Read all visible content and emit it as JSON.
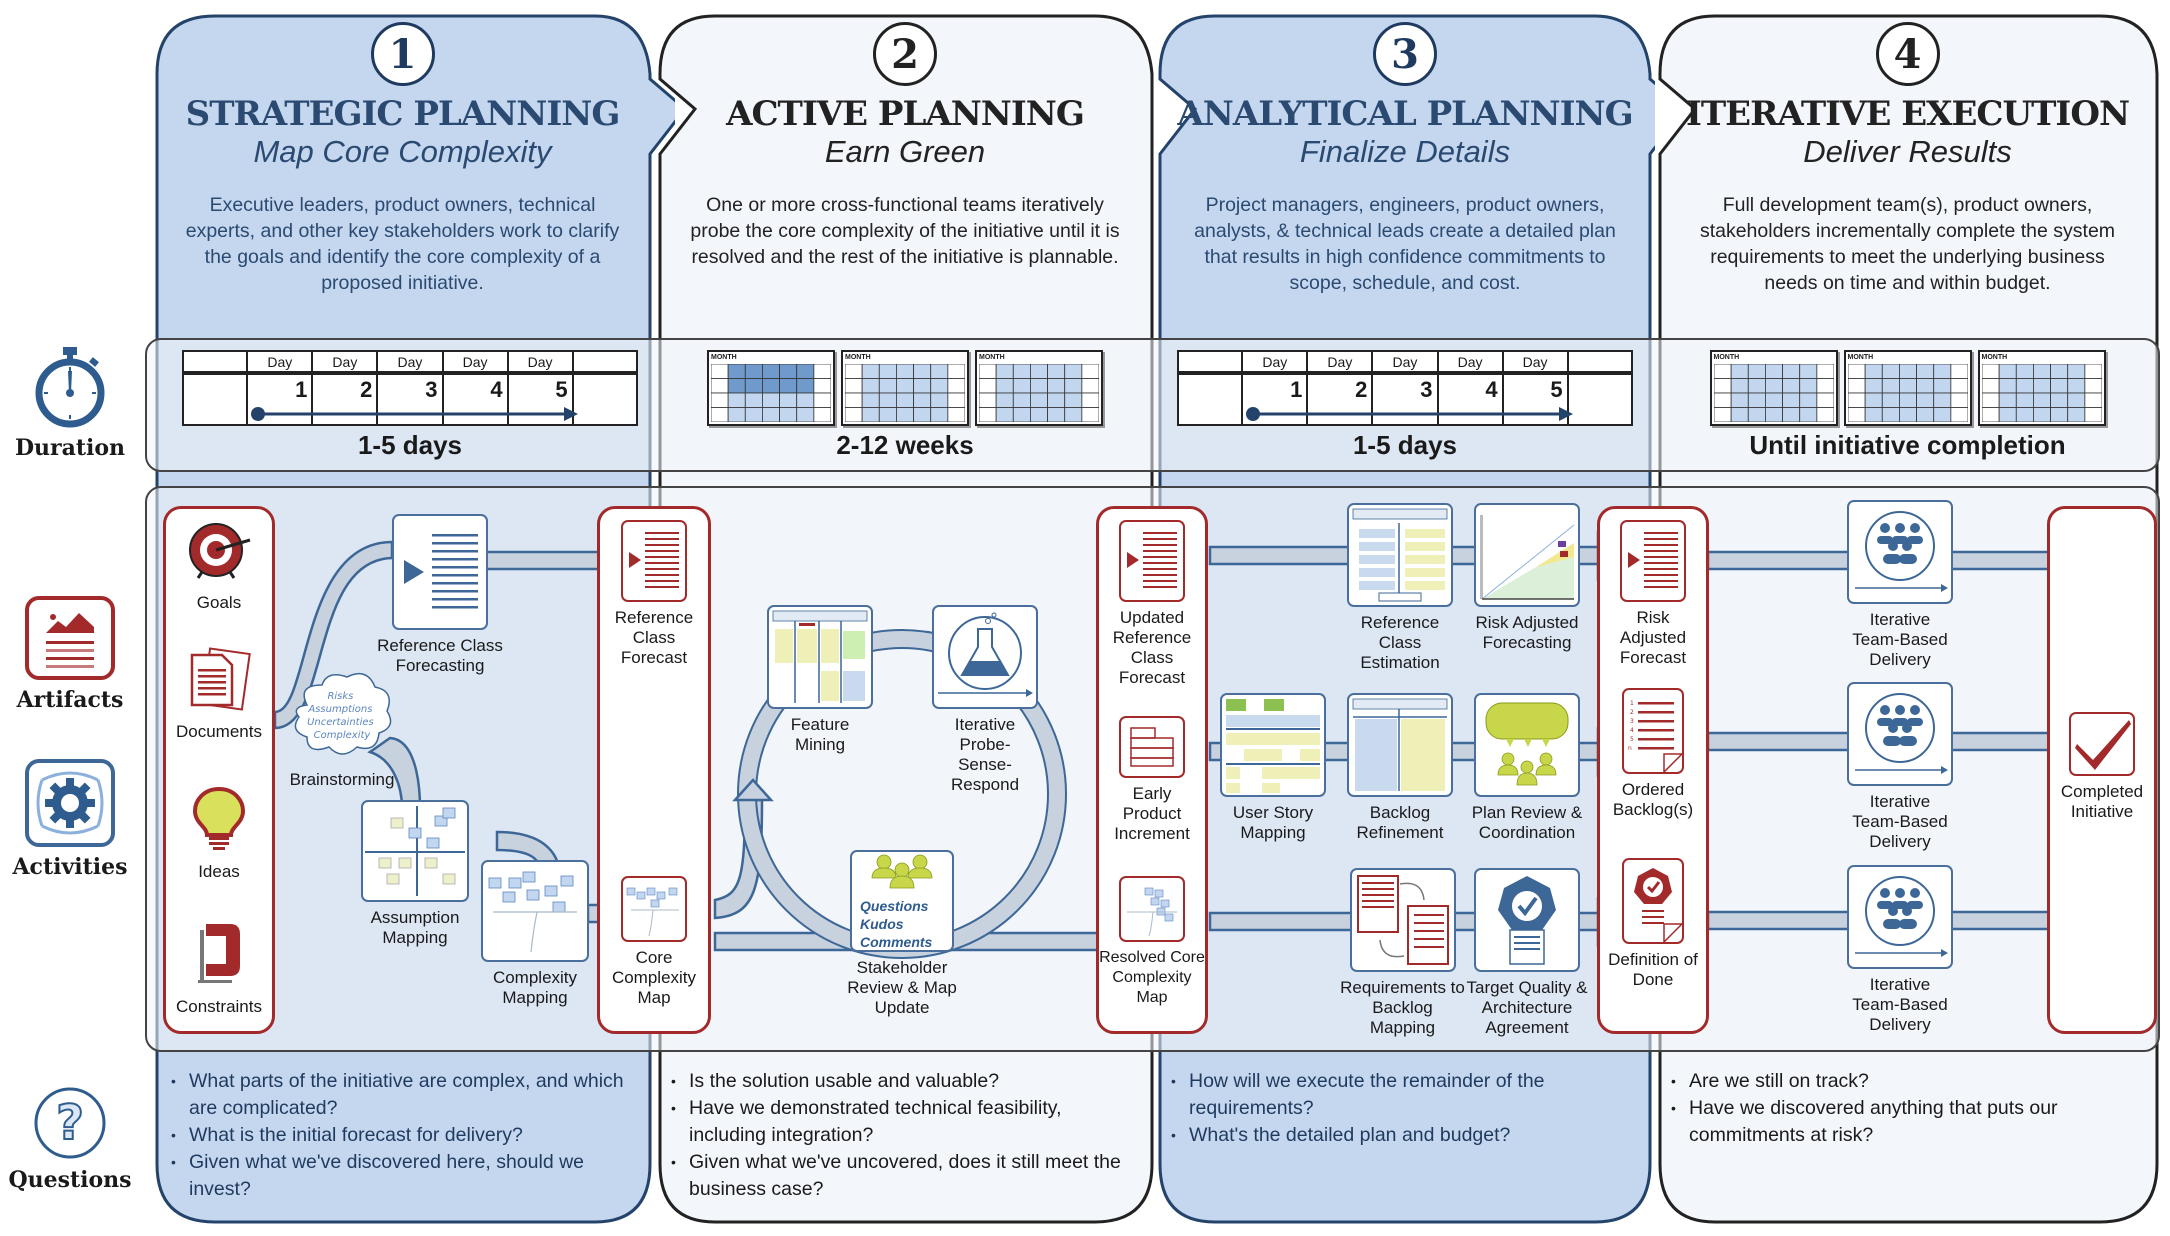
{
  "phases": [
    {
      "number": "1",
      "title": "STRATEGIC PLANNING",
      "subtitle": "Map Core Complexity",
      "description": "Executive leaders, product owners, technical experts, and other key stakeholders work to clarify the goals and identify the core complexity of a proposed initiative.",
      "duration": "1-5 days",
      "questions": [
        "What parts of the initiative are complex, and which are complicated?",
        "What is the initial forecast for delivery?",
        "Given what we've discovered here, should we invest?"
      ]
    },
    {
      "number": "2",
      "title": "ACTIVE PLANNING",
      "subtitle": "Earn Green",
      "description": "One or more cross-functional teams iteratively probe the core complexity of the initiative until it is resolved and the rest of the initiative is plannable.",
      "duration": "2-12 weeks",
      "questions": [
        "Is the solution usable and valuable?",
        "Have we demonstrated technical feasibility, including integration?",
        "Given what we've uncovered, does it still meet the business case?"
      ]
    },
    {
      "number": "3",
      "title": "ANALYTICAL PLANNING",
      "subtitle": "Finalize Details",
      "description": "Project managers, engineers, product owners, analysts, & technical leads create a detailed plan that results in high confidence commitments to scope, schedule, and cost.",
      "duration": "1-5 days",
      "questions": [
        "How will we execute the remainder of the requirements?",
        "What's the detailed plan and budget?"
      ]
    },
    {
      "number": "4",
      "title": "ITERATIVE EXECUTION",
      "subtitle": "Deliver Results",
      "description": "Full development team(s), product owners, stakeholders incrementally complete the system requirements to meet the underlying business needs on time and within budget.",
      "duration": "Until initiative completion",
      "questions": [
        "Are we still on track?",
        "Have we discovered anything that puts our commitments at risk?"
      ]
    }
  ],
  "row_labels": {
    "duration": "Duration",
    "artifacts": "Artifacts",
    "activities": "Activities",
    "questions": "Questions"
  },
  "day_table": {
    "header": "Day",
    "days": [
      "1",
      "2",
      "3",
      "4",
      "5"
    ]
  },
  "calendar_label": "MONTH",
  "inputs": {
    "goals": "Goals",
    "documents": "Documents",
    "ideas": "Ideas",
    "constraints": "Constraints"
  },
  "brainstorm_cloud": [
    "Risks",
    "Assumptions",
    "Uncertainties",
    "Complexity"
  ],
  "activities": {
    "brainstorming": "Brainstorming",
    "reference_class_forecasting": "Reference Class Forecasting",
    "assumption_mapping": "Assumption Mapping",
    "complexity_mapping": "Complexity Mapping",
    "feature_mining": "Feature Mining",
    "probe_sense_respond": "Iterative Probe-Sense-Respond",
    "stakeholder_review": "Stakeholder Review & Map Update",
    "stakeholder_items": [
      "Questions",
      "Kudos",
      "Comments"
    ],
    "reference_class_estimation": "Reference Class Estimation",
    "risk_adjusted_forecasting": "Risk Adjusted Forecasting",
    "user_story_mapping": "User Story Mapping",
    "backlog_refinement": "Backlog Refinement",
    "plan_review": "Plan Review & Coordination",
    "requirements_mapping": "Requirements to Backlog Mapping",
    "target_quality": "Target Quality & Architecture Agreement",
    "team_delivery": "Iterative Team-Based Delivery"
  },
  "artifacts": {
    "phase1": [
      "Reference Class Forecast",
      "Core Complexity Map"
    ],
    "phase2": [
      "Updated Reference Class Forecast",
      "Early Product Increment",
      "Resolved Core Complexity Map"
    ],
    "phase3": [
      "Risk Adjusted Forecast",
      "Ordered Backlog(s)",
      "Definition of Done"
    ],
    "phase4": [
      "Completed Initiative"
    ]
  },
  "colors": {
    "phase_blue_fill": "#c5d7ee",
    "phase_light_fill": "#f3f6fb",
    "navy": "#1f3a5f",
    "icon_blue": "#3d6797",
    "artifact_red": "#a32a2a",
    "arrow_fill": "#c8d2df",
    "sticky_yellow": "#eef0b8",
    "people_green": "#c8d64a"
  }
}
